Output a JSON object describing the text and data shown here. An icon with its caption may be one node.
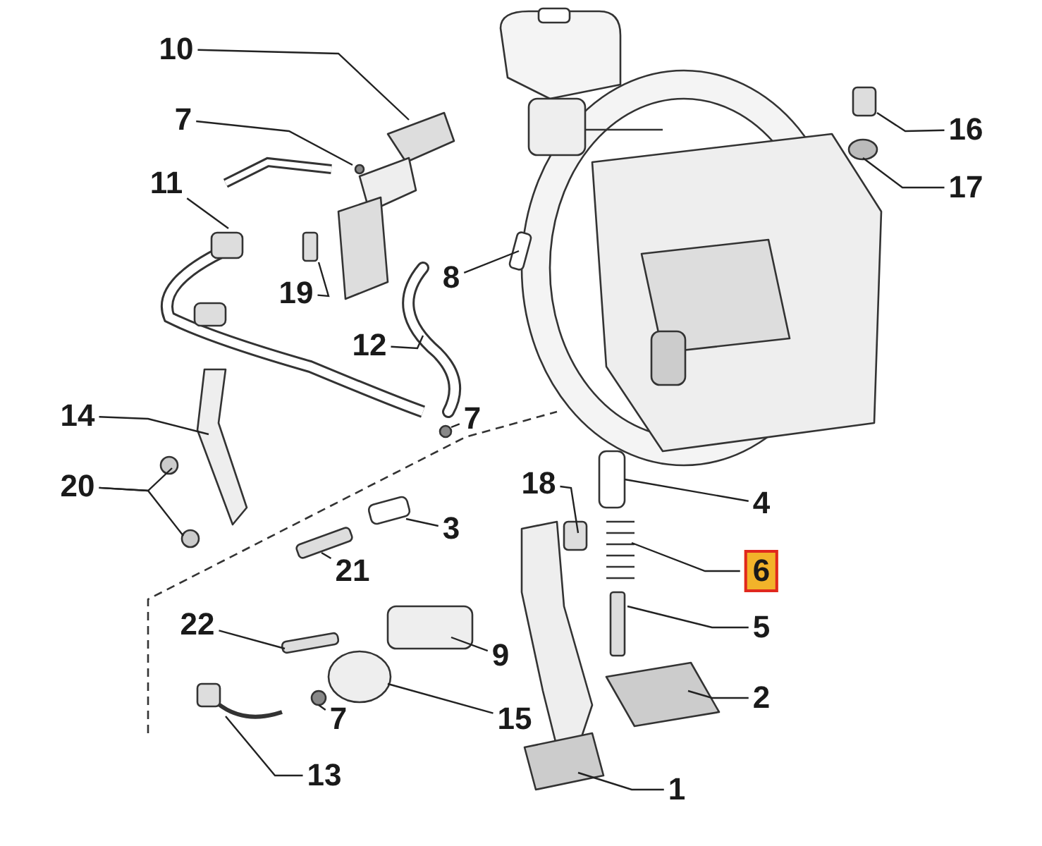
{
  "diagram": {
    "nodes": [
      {
        "text": [
          "10"
        ]
      },
      {
        "text": [
          "7"
        ]
      },
      {
        "text": [
          "16"
        ]
      },
      {
        "text": [
          "11"
        ]
      },
      {
        "text": [
          "17"
        ]
      },
      {
        "text": [
          "19"
        ]
      },
      {
        "text": [
          "8"
        ]
      },
      {
        "text": [
          "12"
        ]
      },
      {
        "text": [
          "14"
        ]
      },
      {
        "text": [
          "7"
        ]
      },
      {
        "text": [
          "20"
        ]
      },
      {
        "text": [
          "18"
        ]
      },
      {
        "text": [
          "4"
        ]
      },
      {
        "text": [
          "3"
        ]
      },
      {
        "text": [
          "6"
        ]
      },
      {
        "text": [
          "21"
        ]
      },
      {
        "text": [
          "5"
        ]
      },
      {
        "text": [
          "22"
        ]
      },
      {
        "text": [
          "9"
        ]
      },
      {
        "text": [
          "2"
        ]
      },
      {
        "text": [
          "7"
        ]
      },
      {
        "text": [
          "15"
        ]
      },
      {
        "text": [
          "13"
        ]
      },
      {
        "text": [
          "1"
        ]
      }
    ],
    "edges": [
      {
        "from": 0,
        "to": null,
        "arrow": "none"
      },
      {
        "from": 1,
        "to": null,
        "arrow": "none"
      },
      {
        "from": 2,
        "to": null,
        "arrow": "none"
      },
      {
        "from": 3,
        "to": null,
        "arrow": "none"
      },
      {
        "from": 4,
        "to": null,
        "arrow": "none"
      },
      {
        "from": 5,
        "to": null,
        "arrow": "none"
      },
      {
        "from": 6,
        "to": null,
        "arrow": "none"
      },
      {
        "from": 7,
        "to": null,
        "arrow": "none"
      },
      {
        "from": 8,
        "to": null,
        "arrow": "none"
      },
      {
        "from": 9,
        "to": null,
        "arrow": "none"
      },
      {
        "from": 10,
        "to": null,
        "arrow": "none"
      },
      {
        "from": 10,
        "to": null,
        "arrow": "none"
      },
      {
        "from": 11,
        "to": null,
        "arrow": "none"
      },
      {
        "from": 12,
        "to": null,
        "arrow": "none"
      },
      {
        "from": 13,
        "to": null,
        "arrow": "none"
      },
      {
        "from": 14,
        "to": null,
        "arrow": "none"
      },
      {
        "from": 15,
        "to": null,
        "arrow": "none"
      },
      {
        "from": 16,
        "to": null,
        "arrow": "none"
      },
      {
        "from": 17,
        "to": null,
        "arrow": "none"
      },
      {
        "from": 18,
        "to": null,
        "arrow": "none"
      },
      {
        "from": 19,
        "to": null,
        "arrow": "none"
      },
      {
        "from": 20,
        "to": null,
        "arrow": "none"
      },
      {
        "from": 21,
        "to": null,
        "arrow": "none"
      },
      {
        "from": 22,
        "to": null,
        "arrow": "none"
      },
      {
        "from": 23,
        "to": null,
        "arrow": "none"
      }
    ]
  }
}
